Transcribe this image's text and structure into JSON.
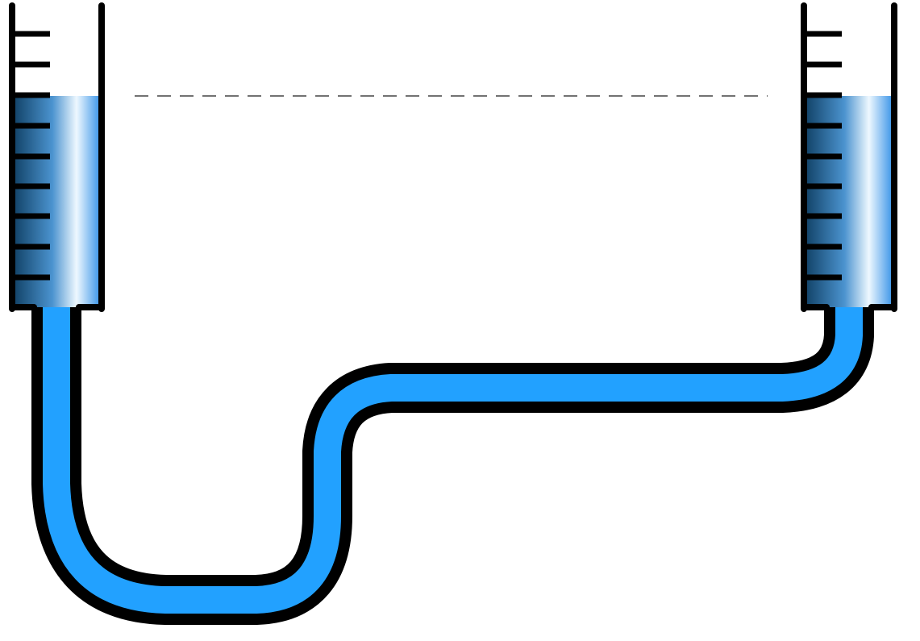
{
  "diagram": {
    "description_visible_text": "",
    "colors": {
      "background": "#ffffff",
      "outline": "#000000",
      "liquid": "#22a1ff",
      "liquid_gradient_dark": "#0f3f63",
      "liquid_gradient_mid": "#4b93cf",
      "liquid_gradient_light": "#eef8ff",
      "level_line": "#444444"
    },
    "left_tube": {
      "tick_count": 9,
      "filled_ticks": 7
    },
    "right_tube": {
      "tick_count": 9,
      "filled_ticks": 7
    },
    "liquid_levels_equal": true
  }
}
